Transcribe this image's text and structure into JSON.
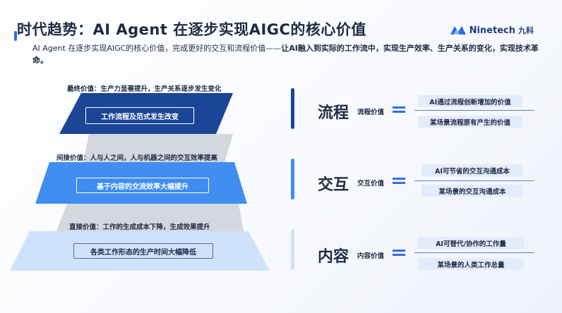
{
  "header": {
    "title": "时代趋势：AI Agent 在逐步实现AIGC的核心价值",
    "logo_text": "Ninetech",
    "logo_cn": "九科",
    "subtitle_plain": "AI Agent 在逐步实现AIGC的核心价值，完成更好的交互和流程价值——",
    "subtitle_bold": "让AI融入到实际的工作流中，实现生产效率、生产关系的变化，实现技术革命。"
  },
  "pyramid": {
    "tiers": [
      {
        "caption": "最终价值：生产力显著提升，生产关系逐步发生变化",
        "box": "工作流程及范式发生改变"
      },
      {
        "caption": "间接价值：人与人之间，人与机器之间的交互效率提高",
        "box": "基于内容的交流效率大幅提升"
      },
      {
        "caption": "直接价值：工作的生成成本下降，生成效果提升",
        "box": "各类工作形态的生产时间大幅降低"
      }
    ]
  },
  "values": [
    {
      "big": "流程",
      "label": "流程价值",
      "items": [
        "AI通过流程创新增加的价值",
        "某场景流程原有产生的价值"
      ]
    },
    {
      "big": "交互",
      "label": "交互价值",
      "items": [
        "AI可节省的交互沟通成本",
        "某场景的交互沟通成本"
      ]
    },
    {
      "big": "内容",
      "label": "内容价值",
      "items": [
        "AI可替代/协作的工作量",
        "某场景的人类工作总量"
      ]
    }
  ],
  "colors": {
    "dark_navy": "#1b4596",
    "mid_blue": "#3f8ef0",
    "light_blue": "#cfe2fb",
    "connector": "#d4d7dd",
    "accent": "#2f6fe4"
  }
}
